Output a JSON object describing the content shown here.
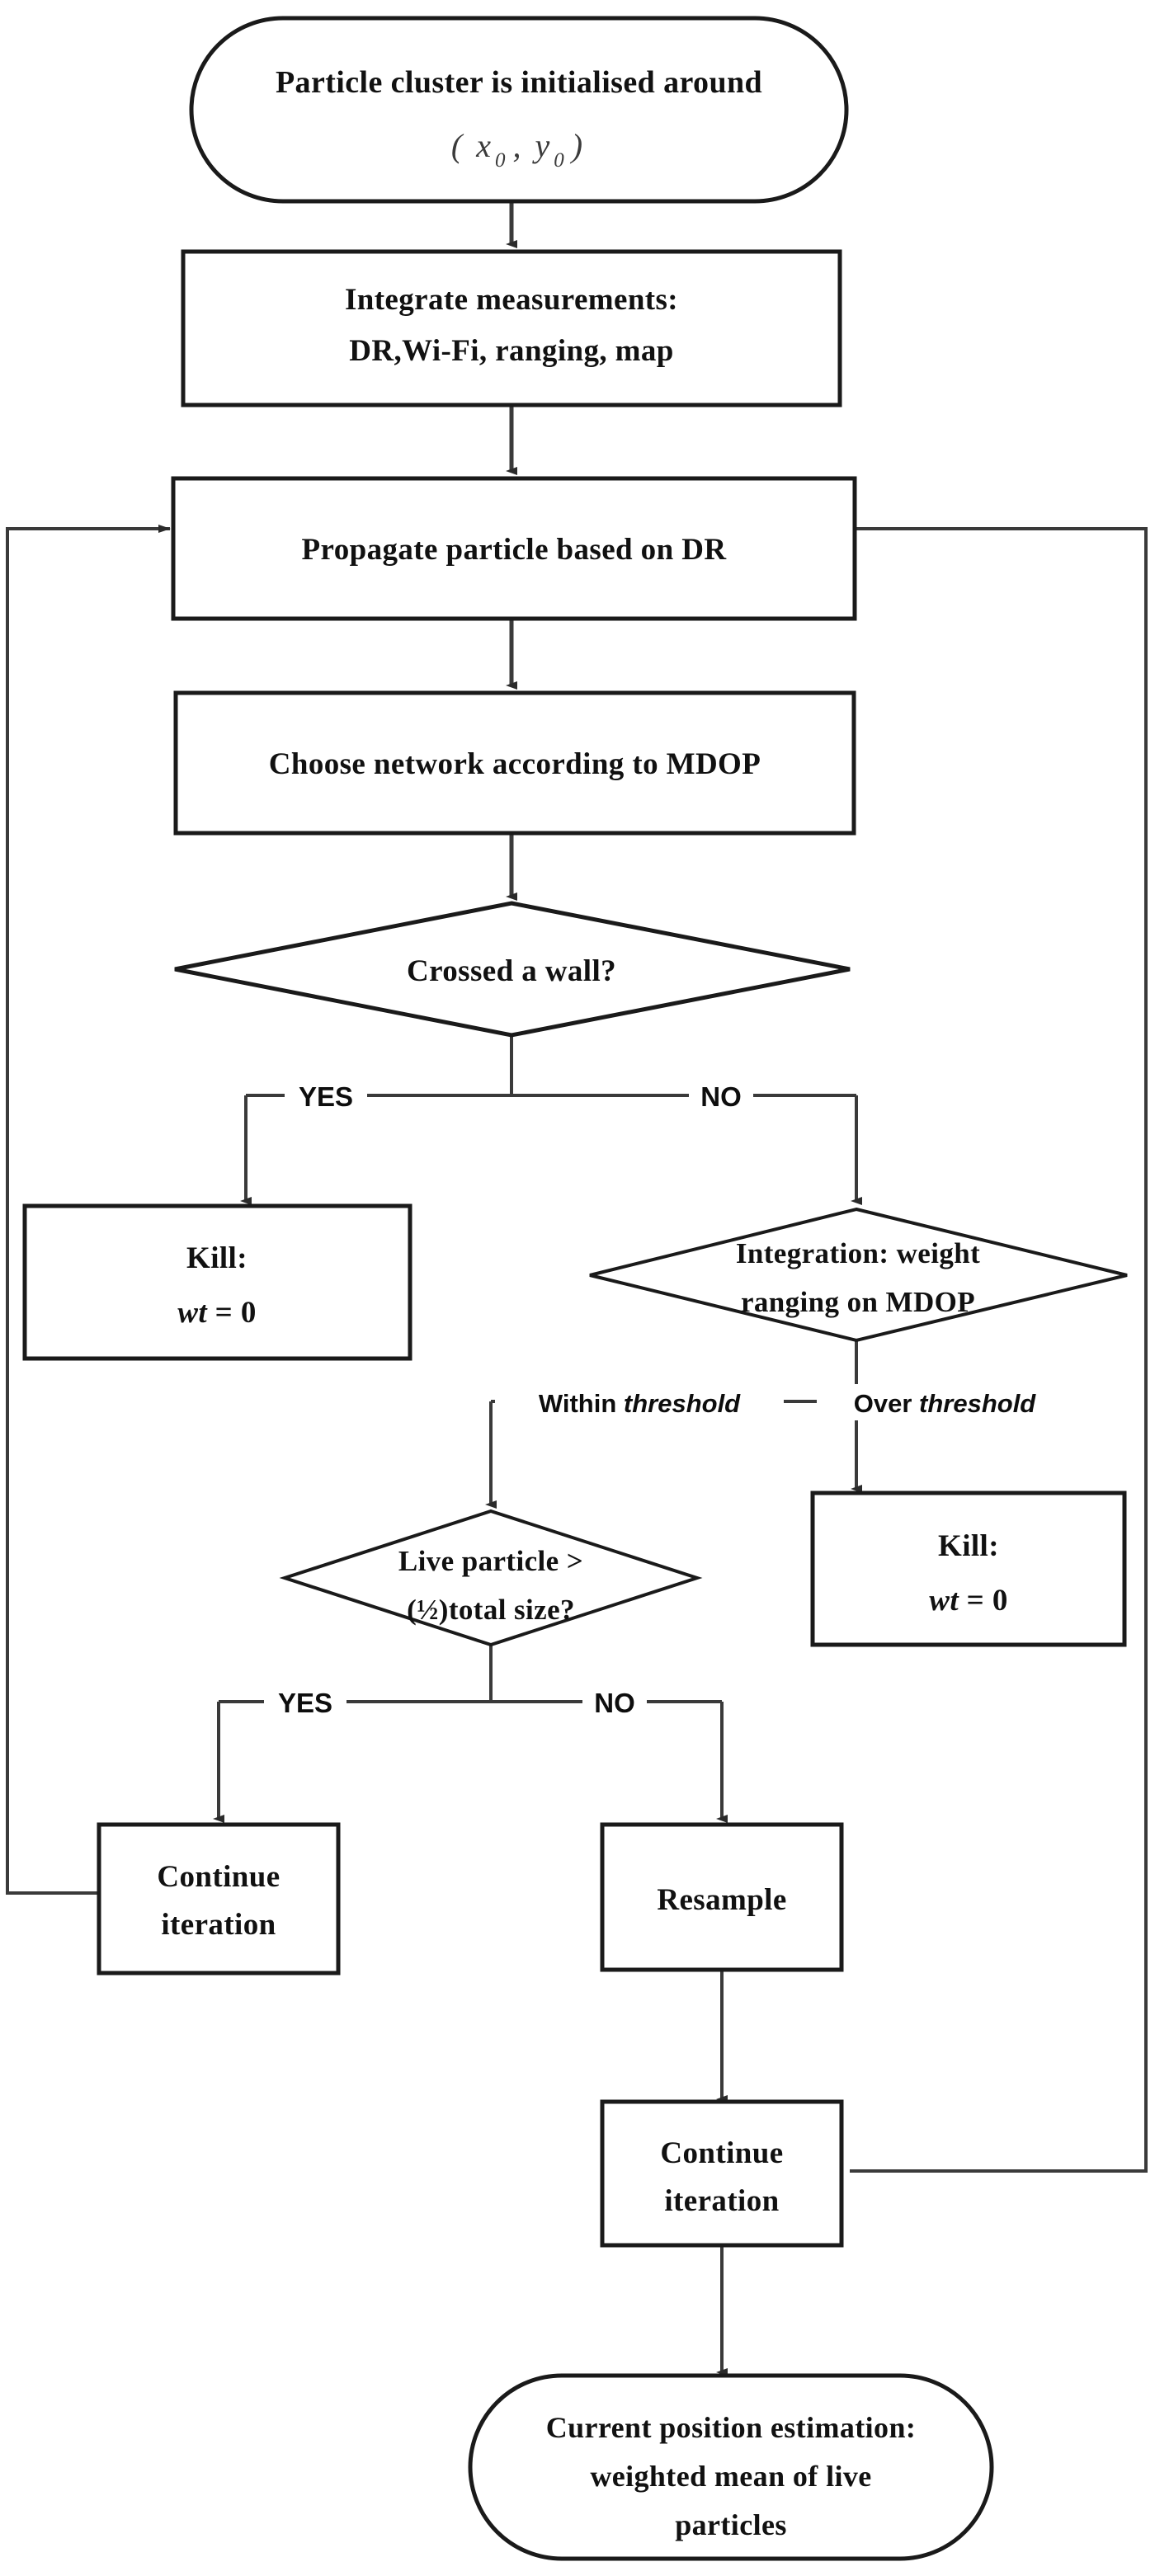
{
  "diagram": {
    "title": "Particle filter positioning flowchart",
    "stroke_color": "#1a1a1a",
    "connector_color": "#3a3a3a",
    "background_color": "#ffffff"
  },
  "nodes": {
    "start": {
      "type": "terminator",
      "line1": "Particle cluster is initialised around",
      "line2_open": "(",
      "line2_x": "x",
      "line2_x_sub": "0",
      "line2_comma": ",",
      "line2_y": "y",
      "line2_y_sub": "0",
      "line2_close": ")"
    },
    "integrate": {
      "type": "process",
      "line1": "Integrate measurements:",
      "line2": "DR,Wi-Fi, ranging, map"
    },
    "propagate": {
      "type": "process",
      "line1": "Propagate particle based on DR"
    },
    "choose_network": {
      "type": "process",
      "line1": "Choose network according to MDOP"
    },
    "crossed_wall": {
      "type": "decision",
      "line1": "Crossed a wall?"
    },
    "kill_left": {
      "type": "process",
      "line1": "Kill:",
      "line2_var": "wt",
      "line2_rest": " = 0"
    },
    "integration_weight": {
      "type": "decision",
      "line1": "Integration: weight",
      "line2": "ranging on MDOP"
    },
    "kill_right": {
      "type": "process",
      "line1": "Kill:",
      "line2_var": "wt",
      "line2_rest": " = 0"
    },
    "live_particle": {
      "type": "decision",
      "line1": "Live particle >",
      "line2": "(½)total size?"
    },
    "continue_left": {
      "type": "process",
      "line1": "Continue",
      "line2": "iteration"
    },
    "resample": {
      "type": "process",
      "line1": "Resample"
    },
    "continue_bottom": {
      "type": "process",
      "line1": "Continue",
      "line2": "iteration"
    },
    "end": {
      "type": "terminator",
      "line1": "Current position estimation:",
      "line2": "weighted mean of live",
      "line3": "particles"
    }
  },
  "edge_labels": {
    "wall_yes": "YES",
    "wall_no": "NO",
    "within_threshold_prefix": "Within ",
    "within_threshold_italic": "threshold",
    "over_threshold_prefix": "Over ",
    "over_threshold_italic": "threshold",
    "live_yes": "YES",
    "live_no": "NO"
  }
}
